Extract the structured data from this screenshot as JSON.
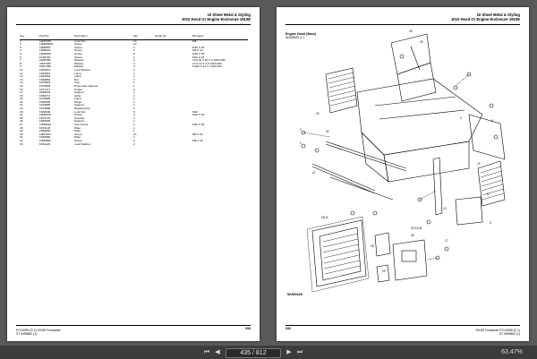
{
  "left_page": {
    "header_line1": "10 Sheet Metal & Styling",
    "header_line2": "1010 Hood Or Engine Enclosure 1910E",
    "columns": [
      "Key",
      "Part No.",
      "Part Name",
      "Qty.",
      "Serial No.",
      "Remarks"
    ],
    "rows": [
      [
        "1",
        "14M7166",
        "Lock Nut",
        "13",
        "",
        "M8"
      ],
      [
        "2",
        "19M8386N",
        "Screw",
        "13",
        "",
        ""
      ],
      [
        "3",
        "19M8557",
        "Screw",
        "2",
        "",
        "M10 X 30"
      ],
      [
        "4",
        "19M8641",
        "Screw",
        "2",
        "",
        "M6 X 20"
      ],
      [
        "5",
        "19M8646",
        "Screw",
        "5",
        "",
        "M10 X 35"
      ],
      [
        "6",
        "F198793",
        "Screw",
        "1",
        "",
        "M10 X 25"
      ],
      [
        "7",
        "24M5382",
        "Washer",
        "2",
        "",
        "10.5 ID X 20 X 2 1000 MM"
      ],
      [
        "8",
        "24M7095",
        "Washer",
        "4",
        "",
        "13 X 24 X 2.5 1000 MM"
      ],
      [
        "9",
        "24M7096",
        "Washer",
        "4",
        "",
        "6.400 X 12 X 1.600 MM"
      ],
      [
        "10",
        "F066831",
        "Lock Washer",
        "1",
        "",
        ""
      ],
      [
        "11",
        "F064891",
        "Lamp",
        "1",
        "",
        ""
      ],
      [
        "12",
        "F064894",
        "Latch",
        "1",
        "",
        ""
      ],
      [
        "13",
        "F068854",
        "Nut",
        "1",
        "",
        ""
      ],
      [
        "14",
        "F075884",
        "Cap",
        "1",
        "",
        ""
      ],
      [
        "15",
        "F075885",
        "Pneumatic Damper",
        "1",
        "",
        ""
      ],
      [
        "16",
        "F077471",
        "Holder",
        "2",
        "",
        ""
      ],
      [
        "17",
        "F698020",
        "Support",
        "1",
        "",
        ""
      ],
      [
        "18",
        "F069771",
        "Grille",
        "1",
        "",
        ""
      ],
      [
        "19",
        "F078885",
        "Latch",
        "1",
        "",
        ""
      ],
      [
        "20",
        "F068686",
        "Hinge",
        "1",
        "",
        ""
      ],
      [
        "21",
        "F079880",
        "Support",
        "1",
        "",
        ""
      ],
      [
        "22",
        "F074888",
        "Weatherstrip",
        "1",
        "",
        ""
      ],
      [
        "23",
        "F068180",
        "Lock Nut",
        "6",
        "",
        "M10"
      ],
      [
        "24",
        "19M8675",
        "Screw",
        "4",
        "",
        "M10 X 25"
      ],
      [
        "25",
        "F074724",
        "Actuator",
        "1",
        "",
        ""
      ],
      [
        "26",
        "F082665",
        "Support",
        "1",
        "",
        ""
      ],
      [
        "27",
        "19M8649",
        "Cap Screw",
        "1",
        "",
        "M12 X 35"
      ],
      [
        "28",
        "F074146",
        "Plate",
        "1",
        "",
        ""
      ],
      [
        "29",
        "F069980",
        "Plate",
        "1",
        "",
        ""
      ],
      [
        "30",
        "19M7874",
        "Screw",
        "23",
        "",
        "M8 X 20"
      ],
      [
        "31",
        "F066880",
        "Plate",
        "1",
        "",
        ""
      ],
      [
        "32",
        "19M8662",
        "Screw",
        "2",
        "",
        "M8 X 25"
      ],
      [
        "33",
        "F064426",
        "Lock Washer",
        "2",
        "",
        ""
      ]
    ],
    "footer_line1": "PC10099   (D.1)     1910E Forwarder",
    "footer_line2": "ST IN99862 (1)",
    "page_number": "933"
  },
  "right_page": {
    "header_line1": "10 Sheet Metal & Styling",
    "header_line2": "1010 Hood Or Engine Enclosure 1910E",
    "section_title": "Engine Hood (Base)",
    "section_sub": "WJ00620 X 1",
    "drawing_number": "WJ00620",
    "callouts": [
      "33",
      "25",
      "2",
      "1",
      "30",
      "20",
      "3",
      "8",
      "19",
      "21",
      "22,23,24",
      "18,11",
      "26",
      "5",
      "9",
      "17",
      "13",
      "29",
      "28"
    ],
    "footer_line1": "1910E Forwarder   PC10099   (D.1)",
    "footer_line2": "ST IN99862 (1)",
    "page_number": "936"
  },
  "toolbar": {
    "page_indicator": "435 / 812",
    "zoom": "63.47%",
    "first_icon": "first-page-icon",
    "prev_icon": "prev-page-icon",
    "next_icon": "next-page-icon",
    "last_icon": "last-page-icon"
  }
}
